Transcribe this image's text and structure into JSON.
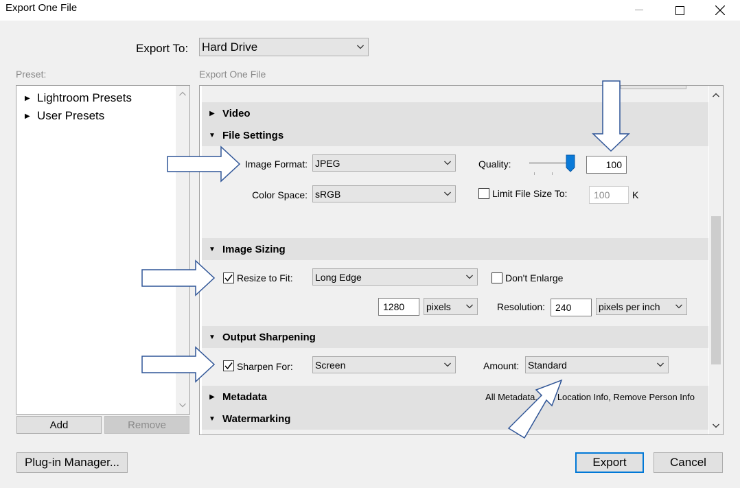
{
  "window": {
    "title": "Export One File"
  },
  "export_to": {
    "label": "Export To:",
    "value": "Hard Drive"
  },
  "preset": {
    "heading": "Preset:",
    "items": [
      "Lightroom Presets",
      "User Presets"
    ],
    "add_label": "Add",
    "remove_label": "Remove"
  },
  "panel": {
    "heading": "Export One File"
  },
  "sections": {
    "video": "Video",
    "file_settings": "File Settings",
    "image_sizing": "Image Sizing",
    "output_sharpening": "Output Sharpening",
    "metadata": "Metadata",
    "metadata_summary": "All Metadata, P… Location Info, Remove Person Info",
    "watermarking": "Watermarking"
  },
  "file_settings": {
    "image_format_label": "Image Format:",
    "image_format_value": "JPEG",
    "quality_label": "Quality:",
    "quality_value": "100",
    "color_space_label": "Color Space:",
    "color_space_value": "sRGB",
    "limit_size_label": "Limit File Size To:",
    "limit_size_value": "100",
    "limit_size_unit": "K"
  },
  "image_sizing": {
    "resize_label": "Resize to Fit:",
    "resize_value": "Long Edge",
    "dont_enlarge_label": "Don't Enlarge",
    "size_value": "1280",
    "size_unit": "pixels",
    "resolution_label": "Resolution:",
    "resolution_value": "240",
    "resolution_unit": "pixels per inch"
  },
  "output_sharpening": {
    "sharpen_label": "Sharpen For:",
    "sharpen_value": "Screen",
    "amount_label": "Amount:",
    "amount_value": "Standard"
  },
  "footer": {
    "plugin_manager_label": "Plug-in Manager...",
    "export_label": "Export",
    "cancel_label": "Cancel"
  }
}
